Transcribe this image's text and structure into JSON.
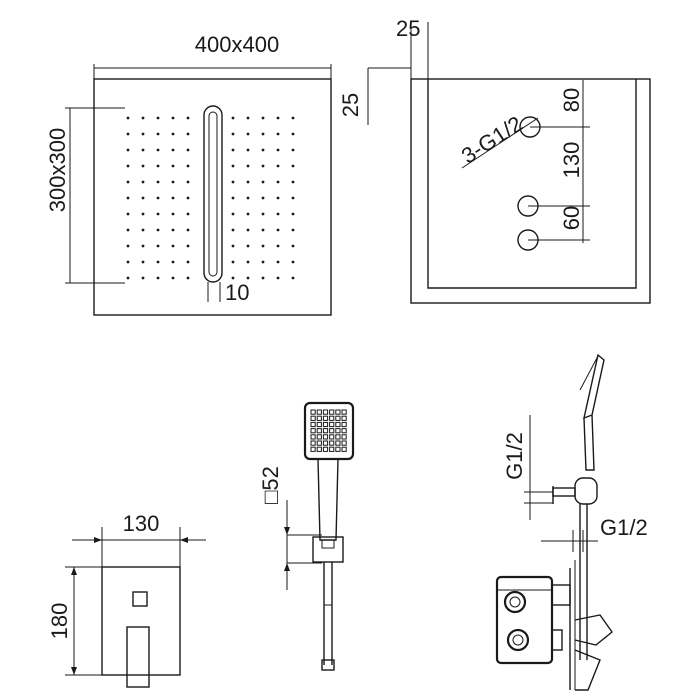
{
  "labels": {
    "head_size": "400x400",
    "rain_area": "300x300",
    "slot_width": "10",
    "wall_offset_top": "25",
    "wall_offset_left": "25",
    "inlets": "3-G1/2",
    "spacing_80": "80",
    "spacing_130": "130",
    "spacing_60": "60",
    "handshower_size": "□52",
    "mixer_width": "130",
    "mixer_height": "180",
    "outlet_vertical": "G1/2",
    "outlet_horizontal": "G1/2"
  }
}
